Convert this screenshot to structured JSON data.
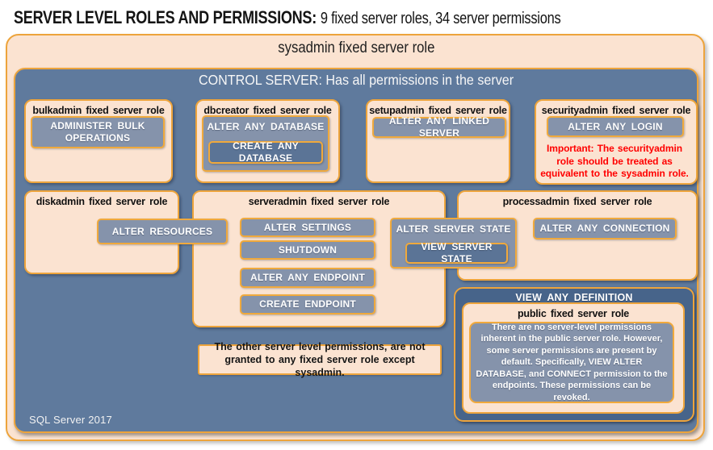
{
  "header": {
    "title_bold": "SERVER LEVEL ROLES AND PERMISSIONS:",
    "title_rest": "9 fixed server roles, 34 server permissions"
  },
  "sysadmin": {
    "label": "sysadmin fixed server role"
  },
  "control": {
    "label": "CONTROL SERVER: Has all permissions in the server"
  },
  "roles": {
    "bulkadmin": {
      "title": "bulkadmin fixed server role",
      "permissions": {
        "administer_bulk_operations": "ADMINISTER BULK OPERATIONS"
      }
    },
    "dbcreator": {
      "title": "dbcreator fixed server role",
      "permissions": {
        "alter_any_database": "ALTER ANY DATABASE",
        "create_any_database": "CREATE ANY DATABASE"
      }
    },
    "setupadmin": {
      "title": "setupadmin fixed server role",
      "permissions": {
        "alter_any_linked_server": "ALTER ANY LINKED SERVER"
      }
    },
    "securityadmin": {
      "title": "securityadmin fixed server role",
      "permissions": {
        "alter_any_login": "ALTER ANY LOGIN"
      },
      "warning": "Important: The securityadmin role should be treated as equivalent to the sysadmin role."
    },
    "diskadmin": {
      "title": "diskadmin fixed server role",
      "permissions": {
        "alter_resources": "ALTER RESOURCES"
      }
    },
    "serveradmin": {
      "title": "serveradmin fixed server role",
      "permissions": {
        "alter_settings": "ALTER SETTINGS",
        "shutdown": "SHUTDOWN",
        "alter_any_endpoint": "ALTER ANY ENDPOINT",
        "create_endpoint": "CREATE ENDPOINT",
        "alter_server_state": "ALTER SERVER STATE",
        "view_server_state": "VIEW SERVER STATE"
      }
    },
    "processadmin": {
      "title": "processadmin fixed server role",
      "permissions": {
        "alter_any_connection": "ALTER ANY CONNECTION"
      }
    },
    "public": {
      "title": "public fixed server role",
      "container_permission": "VIEW ANY DEFINITION",
      "description": "There are no server-level permissions inherent in the public server role. However, some server permissions are present by default. Specifically, VIEW ALTER DATABASE, and CONNECT permission to the endpoints. These permissions can be revoked."
    }
  },
  "notes": {
    "other_permissions": "The other server level permissions, are not granted to any fixed server role except sysadmin."
  },
  "footer": {
    "label": "SQL Server 2017"
  },
  "colors": {
    "peach": "#FBE3D1",
    "gold_border": "#EDA43C",
    "control_blue": "#5F7A9D",
    "permission_blue": "#8593AB",
    "nested_blue": "#5B7496",
    "definition_blue": "#47648A",
    "warning_red": "#FF0000"
  }
}
